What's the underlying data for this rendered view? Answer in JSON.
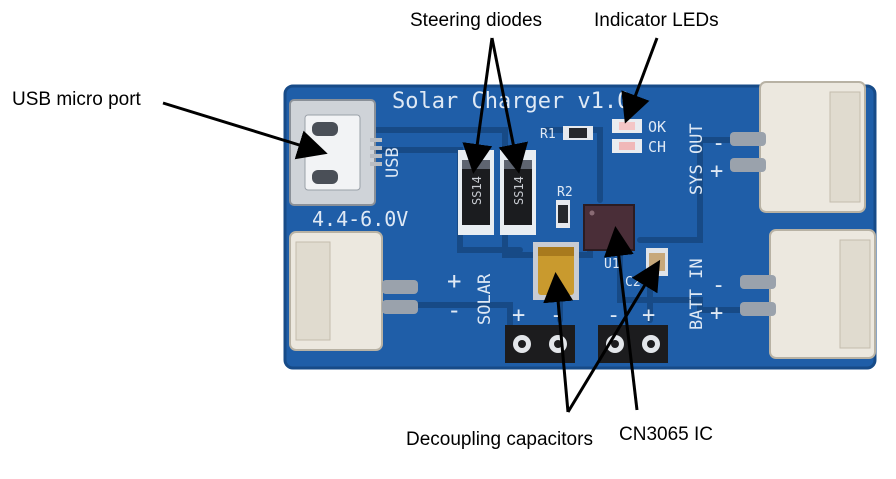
{
  "callouts": {
    "steering_diodes": "Steering diodes",
    "indicator_leds": "Indicator LEDs",
    "usb_micro_port": "USB micro port",
    "decoupling_capacitors": "Decoupling capacitors",
    "cn3065_ic": "CN3065 IC"
  },
  "board": {
    "title": "Solar Charger v1.0",
    "usb_label": "USB",
    "voltage_range": "4.4-6.0V",
    "solar_label": "SOLAR",
    "sys_out_label": "SYS OUT",
    "batt_in_label": "BATT IN",
    "ok_label": "OK",
    "ch_label": "CH",
    "r1_label": "R1",
    "r2_label": "R2",
    "u1_label": "U1",
    "c2_label": "C2",
    "diode_marking": "SS14",
    "plus": "+",
    "minus": "-",
    "colors": {
      "pcb": "#1f5ea8",
      "trace": "#1a4f90",
      "silkscreen": "#dfe9f5",
      "connector": "#ece8df",
      "capacitor": "#c99a2e"
    }
  }
}
